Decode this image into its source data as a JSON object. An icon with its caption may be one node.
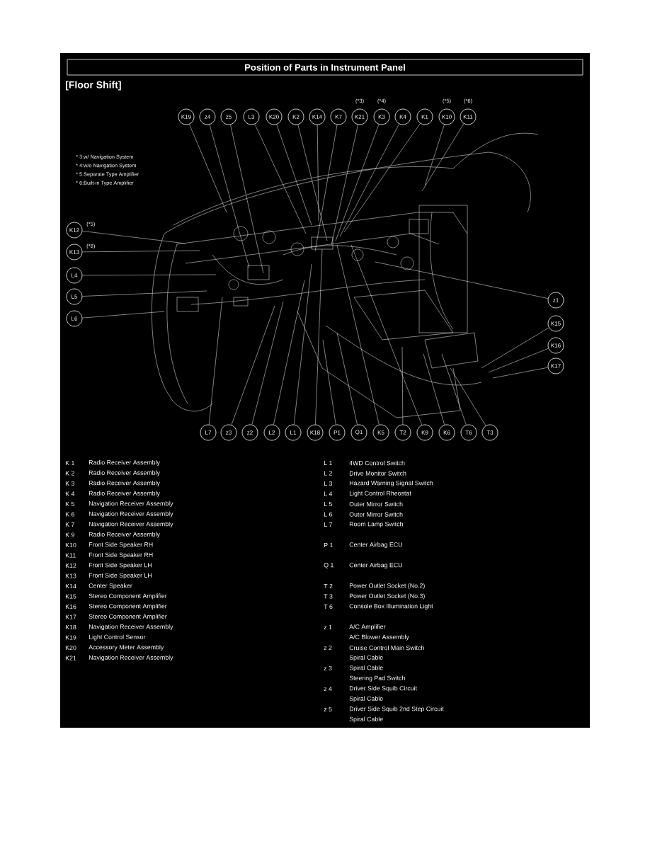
{
  "diagram": {
    "title": "Position of Parts in Instrument Panel",
    "nodes": [
      {
        "text": [
          "K19"
        ]
      },
      {
        "text": [
          "z4"
        ]
      },
      {
        "text": [
          "z5"
        ]
      },
      {
        "text": [
          "L3"
        ]
      },
      {
        "text": [
          "K20"
        ]
      },
      {
        "text": [
          "K2"
        ]
      },
      {
        "text": [
          "K14"
        ]
      },
      {
        "text": [
          "K7"
        ]
      },
      {
        "text": [
          "K21"
        ],
        "beside": [
          "(*3)"
        ]
      },
      {
        "text": [
          "K3"
        ],
        "beside": [
          "(*4)"
        ]
      },
      {
        "text": [
          "K4"
        ]
      },
      {
        "text": [
          "K1"
        ]
      },
      {
        "text": [
          "K10"
        ],
        "beside": [
          "(*5)"
        ]
      },
      {
        "text": [
          "K11"
        ],
        "beside": [
          "(*6)"
        ]
      },
      {
        "text": [
          "K12"
        ],
        "beside": [
          "(*5)"
        ]
      },
      {
        "text": [
          "K13"
        ],
        "beside": [
          "(*6)"
        ]
      },
      {
        "text": [
          "L4"
        ]
      },
      {
        "text": [
          "L5"
        ]
      },
      {
        "text": [
          "L6"
        ]
      },
      {
        "text": [
          "z1"
        ]
      },
      {
        "text": [
          "K15"
        ]
      },
      {
        "text": [
          "K16"
        ]
      },
      {
        "text": [
          "K17"
        ]
      },
      {
        "text": [
          "L7"
        ]
      },
      {
        "text": [
          "z3"
        ]
      },
      {
        "text": [
          "z2"
        ]
      },
      {
        "text": [
          "L2"
        ]
      },
      {
        "text": [
          "L1"
        ]
      },
      {
        "text": [
          "K18"
        ]
      },
      {
        "text": [
          "P1"
        ]
      },
      {
        "text": [
          "Q1"
        ]
      },
      {
        "text": [
          "K5"
        ]
      },
      {
        "text": [
          "T2"
        ]
      },
      {
        "text": [
          "K9"
        ]
      },
      {
        "text": [
          "K6"
        ]
      },
      {
        "text": [
          "T6"
        ]
      },
      {
        "text": [
          "T3"
        ]
      }
    ],
    "edges": [
      {
        "from": 0,
        "to": null,
        "arrow": "none"
      },
      {
        "from": 1,
        "to": null,
        "arrow": "none"
      },
      {
        "from": 2,
        "to": null,
        "arrow": "none"
      },
      {
        "from": 3,
        "to": null,
        "arrow": "none"
      },
      {
        "from": 4,
        "to": null,
        "arrow": "none"
      },
      {
        "from": 5,
        "to": null,
        "arrow": "none"
      },
      {
        "from": 6,
        "to": null,
        "arrow": "none"
      },
      {
        "from": 7,
        "to": null,
        "arrow": "none"
      },
      {
        "from": 8,
        "to": null,
        "arrow": "none"
      },
      {
        "from": 9,
        "to": null,
        "arrow": "none"
      },
      {
        "from": 10,
        "to": null,
        "arrow": "none"
      },
      {
        "from": 11,
        "to": null,
        "arrow": "none"
      },
      {
        "from": 12,
        "to": null,
        "arrow": "none"
      },
      {
        "from": 13,
        "to": null,
        "arrow": "none"
      },
      {
        "from": 14,
        "to": null,
        "arrow": "none"
      },
      {
        "from": 15,
        "to": null,
        "arrow": "none"
      },
      {
        "from": 16,
        "to": null,
        "arrow": "none"
      },
      {
        "from": 17,
        "to": null,
        "arrow": "none"
      },
      {
        "from": 18,
        "to": null,
        "arrow": "none"
      },
      {
        "from": 19,
        "to": null,
        "arrow": "none"
      },
      {
        "from": 20,
        "to": null,
        "arrow": "none"
      },
      {
        "from": 21,
        "to": null,
        "arrow": "none"
      },
      {
        "from": 22,
        "to": null,
        "arrow": "none"
      },
      {
        "from": 23,
        "to": null,
        "arrow": "none"
      },
      {
        "from": 24,
        "to": null,
        "arrow": "none"
      },
      {
        "from": 25,
        "to": null,
        "arrow": "none"
      },
      {
        "from": 26,
        "to": null,
        "arrow": "none"
      },
      {
        "from": 27,
        "to": null,
        "arrow": "none"
      },
      {
        "from": 28,
        "to": null,
        "arrow": "none"
      },
      {
        "from": 29,
        "to": null,
        "arrow": "none"
      },
      {
        "from": 30,
        "to": null,
        "arrow": "none"
      },
      {
        "from": 31,
        "to": null,
        "arrow": "none"
      },
      {
        "from": 32,
        "to": null,
        "arrow": "none"
      },
      {
        "from": 33,
        "to": null,
        "arrow": "none"
      },
      {
        "from": 34,
        "to": null,
        "arrow": "none"
      },
      {
        "from": 35,
        "to": null,
        "arrow": "none"
      },
      {
        "from": 36,
        "to": null,
        "arrow": "none"
      }
    ],
    "labels": [
      "[Floor Shift]",
      "* 3:w/ Navigation System",
      "* 4:w/o Navigation System",
      "* 5:Separate Type Amplifier",
      "* 6:Built-in Type Amplifier",
      "K 1",
      "Radio Receiver Assembly",
      "K 2",
      "Radio Receiver Assembly",
      "K 3",
      "Radio Receiver Assembly",
      "K 4",
      "Radio Receiver Assembly",
      "K 5",
      "Navigation Receiver Assembly",
      "K 6",
      "Navigation Receiver Assembly",
      "K 7",
      "Navigation Receiver Assembly",
      "K 9",
      "Radio Receiver Assembly",
      "K10",
      "Front Side Speaker RH",
      "K11",
      "Front Side Speaker RH",
      "K12",
      "Front Side Speaker LH",
      "K13",
      "Front Side Speaker LH",
      "K14",
      "Center Speaker",
      "K15",
      "Stereo Component Amplifier",
      "K16",
      "Stereo Component Amplifier",
      "K17",
      "Stereo Component Amplifier",
      "K18",
      "Navigation Receiver Assembly",
      "K19",
      "Light Control Sensor",
      "K20",
      "Accessory Meter Assembly",
      "K21",
      "Navigation Receiver Assembly",
      "L 1",
      "4WD Control Switch",
      "L 2",
      "Drive Monitor Switch",
      "L 3",
      "Hazard Warning Signal Switch",
      "L 4",
      "Light Control Rheostat",
      "L 5",
      "Outer Mirror Switch",
      "L 6",
      "Outer Mirror Switch",
      "L 7",
      "Room Lamp Switch",
      "P 1",
      "Center Airbag ECU",
      "Q 1",
      "Center Airbag ECU",
      "T 2",
      "Power Outlet Socket (No.2)",
      "T 3",
      "Power Outlet Socket (No.3)",
      "T 6",
      "Console Box Illumination Light",
      "z 1",
      "A/C Amplifier",
      "A/C Blower Assembly",
      "z 2",
      "Cruise Control Main Switch",
      "Spiral Cable",
      "z 3",
      "Spiral Cable",
      "Steering Pad Switch",
      "z 4",
      "Driver Side Squib Circuit",
      "Spiral Cable",
      "z 5",
      "Driver Side Squib 2nd Step Circuit",
      "Spiral Cable"
    ]
  }
}
